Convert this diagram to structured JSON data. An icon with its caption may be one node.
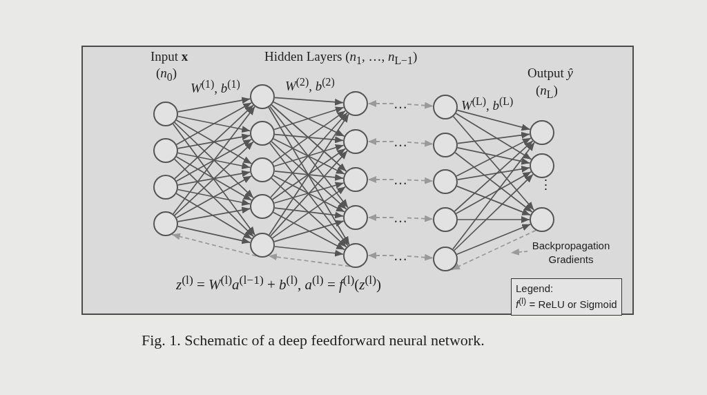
{
  "diagram": {
    "caption": "Fig. 1. Schematic of a deep feedforward neural network.",
    "nodes": [
      {
        "text": [],
        "shape": "circle"
      },
      {
        "text": [],
        "shape": "circle"
      },
      {
        "text": [],
        "shape": "circle"
      },
      {
        "text": [],
        "shape": "circle"
      },
      {
        "text": [],
        "shape": "circle"
      },
      {
        "text": [],
        "shape": "circle"
      },
      {
        "text": [],
        "shape": "circle"
      },
      {
        "text": [],
        "shape": "circle"
      },
      {
        "text": [],
        "shape": "circle"
      },
      {
        "text": [],
        "shape": "circle"
      },
      {
        "text": [],
        "shape": "circle"
      },
      {
        "text": [],
        "shape": "circle"
      },
      {
        "text": [],
        "shape": "circle"
      },
      {
        "text": [],
        "shape": "circle"
      },
      {
        "text": [],
        "shape": "circle"
      },
      {
        "text": [],
        "shape": "circle"
      },
      {
        "text": [],
        "shape": "circle"
      },
      {
        "text": [],
        "shape": "circle"
      },
      {
        "text": [],
        "shape": "circle"
      },
      {
        "text": [],
        "shape": "circle"
      },
      {
        "text": [],
        "shape": "circle"
      },
      {
        "text": [],
        "shape": "circle"
      },
      {
        "text": [
          "…"
        ]
      },
      {
        "text": [
          "…"
        ]
      },
      {
        "text": [
          "…"
        ]
      },
      {
        "text": [
          "…"
        ]
      },
      {
        "text": [
          "…"
        ]
      },
      {
        "text": [
          "Legend:",
          "*f*$^{(l)}$ = ReLU or Sigmoid"
        ]
      }
    ],
    "edges": [
      {
        "from": 0,
        "to": 4,
        "arrow": "to"
      },
      {
        "from": 0,
        "to": 5,
        "arrow": "to"
      },
      {
        "from": 0,
        "to": 6,
        "arrow": "to"
      },
      {
        "from": 0,
        "to": 7,
        "arrow": "to"
      },
      {
        "from": 0,
        "to": 8,
        "arrow": "to"
      },
      {
        "from": 1,
        "to": 4,
        "arrow": "to"
      },
      {
        "from": 1,
        "to": 5,
        "arrow": "to"
      },
      {
        "from": 1,
        "to": 6,
        "arrow": "to"
      },
      {
        "from": 1,
        "to": 7,
        "arrow": "to"
      },
      {
        "from": 1,
        "to": 8,
        "arrow": "to"
      },
      {
        "from": 2,
        "to": 4,
        "arrow": "to"
      },
      {
        "from": 2,
        "to": 5,
        "arrow": "to"
      },
      {
        "from": 2,
        "to": 6,
        "arrow": "to"
      },
      {
        "from": 2,
        "to": 7,
        "arrow": "to"
      },
      {
        "from": 2,
        "to": 8,
        "arrow": "to"
      },
      {
        "from": 3,
        "to": 4,
        "arrow": "to"
      },
      {
        "from": 3,
        "to": 5,
        "arrow": "to"
      },
      {
        "from": 3,
        "to": 6,
        "arrow": "to"
      },
      {
        "from": 3,
        "to": 7,
        "arrow": "to"
      },
      {
        "from": 3,
        "to": 8,
        "arrow": "to"
      },
      {
        "from": 4,
        "to": 9,
        "arrow": "to"
      },
      {
        "from": 4,
        "to": 10,
        "arrow": "to"
      },
      {
        "from": 4,
        "to": 11,
        "arrow": "to"
      },
      {
        "from": 4,
        "to": 12,
        "arrow": "to"
      },
      {
        "from": 4,
        "to": 13,
        "arrow": "to"
      },
      {
        "from": 5,
        "to": 9,
        "arrow": "to"
      },
      {
        "from": 5,
        "to": 10,
        "arrow": "to"
      },
      {
        "from": 5,
        "to": 11,
        "arrow": "to"
      },
      {
        "from": 5,
        "to": 12,
        "arrow": "to"
      },
      {
        "from": 5,
        "to": 13,
        "arrow": "to"
      },
      {
        "from": 6,
        "to": 9,
        "arrow": "to"
      },
      {
        "from": 6,
        "to": 10,
        "arrow": "to"
      },
      {
        "from": 6,
        "to": 11,
        "arrow": "to"
      },
      {
        "from": 6,
        "to": 12,
        "arrow": "to"
      },
      {
        "from": 6,
        "to": 13,
        "arrow": "to"
      },
      {
        "from": 7,
        "to": 9,
        "arrow": "to"
      },
      {
        "from": 7,
        "to": 10,
        "arrow": "to"
      },
      {
        "from": 7,
        "to": 11,
        "arrow": "to"
      },
      {
        "from": 7,
        "to": 12,
        "arrow": "to"
      },
      {
        "from": 7,
        "to": 13,
        "arrow": "to"
      },
      {
        "from": 8,
        "to": 9,
        "arrow": "to"
      },
      {
        "from": 8,
        "to": 10,
        "arrow": "to"
      },
      {
        "from": 8,
        "to": 11,
        "arrow": "to"
      },
      {
        "from": 8,
        "to": 12,
        "arrow": "to"
      },
      {
        "from": 8,
        "to": 13,
        "arrow": "to"
      },
      {
        "from": 14,
        "to": 19,
        "arrow": "to"
      },
      {
        "from": 14,
        "to": 20,
        "arrow": "to"
      },
      {
        "from": 14,
        "to": 21,
        "arrow": "to"
      },
      {
        "from": 15,
        "to": 19,
        "arrow": "to"
      },
      {
        "from": 15,
        "to": 20,
        "arrow": "to"
      },
      {
        "from": 15,
        "to": 21,
        "arrow": "to"
      },
      {
        "from": 16,
        "to": 19,
        "arrow": "to"
      },
      {
        "from": 16,
        "to": 20,
        "arrow": "to"
      },
      {
        "from": 16,
        "to": 21,
        "arrow": "to"
      },
      {
        "from": 17,
        "to": 19,
        "arrow": "to"
      },
      {
        "from": 17,
        "to": 20,
        "arrow": "to"
      },
      {
        "from": 17,
        "to": 21,
        "arrow": "to"
      },
      {
        "from": 18,
        "to": 19,
        "arrow": "to"
      },
      {
        "from": 18,
        "to": 20,
        "arrow": "to"
      },
      {
        "from": 18,
        "to": 21,
        "arrow": "to"
      },
      {
        "from": 22,
        "to": 9,
        "arrow": "to",
        "style": "dashed",
        "color": "#9a9a9a"
      },
      {
        "from": 22,
        "to": 14,
        "arrow": "to",
        "style": "dashed",
        "color": "#9a9a9a"
      },
      {
        "from": 23,
        "to": 10,
        "arrow": "to",
        "style": "dashed",
        "color": "#9a9a9a"
      },
      {
        "from": 23,
        "to": 15,
        "arrow": "to",
        "style": "dashed",
        "color": "#9a9a9a"
      },
      {
        "from": 24,
        "to": 11,
        "arrow": "to",
        "style": "dashed",
        "color": "#9a9a9a"
      },
      {
        "from": 24,
        "to": 16,
        "arrow": "to",
        "style": "dashed",
        "color": "#9a9a9a"
      },
      {
        "from": 25,
        "to": 12,
        "arrow": "to",
        "style": "dashed",
        "color": "#9a9a9a"
      },
      {
        "from": 25,
        "to": 17,
        "arrow": "to",
        "style": "dashed",
        "color": "#9a9a9a"
      },
      {
        "from": 26,
        "to": 13,
        "arrow": "to",
        "style": "dashed",
        "color": "#9a9a9a"
      },
      {
        "from": 26,
        "to": 18,
        "arrow": "to",
        "style": "dashed",
        "color": "#9a9a9a"
      },
      {
        "from": 8,
        "to": 3,
        "arrow": "to",
        "style": "dashed",
        "color": "#9a9a9a"
      },
      {
        "from": 13,
        "to": 8,
        "arrow": "to",
        "style": "dashed",
        "color": "#9a9a9a"
      },
      {
        "from": 21,
        "to": 18,
        "arrow": "to",
        "style": "dashed",
        "color": "#9a9a9a"
      }
    ],
    "labels": [
      "Input **x**",
      "(*n*$_{0}$)",
      "Hidden Layers (*n*$_{1}$, …, *n*$_{L−1}$)",
      "*W*$^{(1)}$, *b*$^{(1)}$",
      "*W*$^{(2)}$, *b*$^{(2)}$",
      "*W*$^{(L)}$, *b*$^{(L)}$",
      "Output *ŷ*",
      "(*n*$_{L}$)",
      "⋮",
      "Backpropagation Gradients",
      "*z*$^{(l)}$ = *W*$^{(l)}$*a*$^{(l−1)}$ + *b*$^{(l)}$,  *a*$^{(l)}$ = *f*$^{(l)}$(*z*$^{(l)}$)"
    ]
  }
}
